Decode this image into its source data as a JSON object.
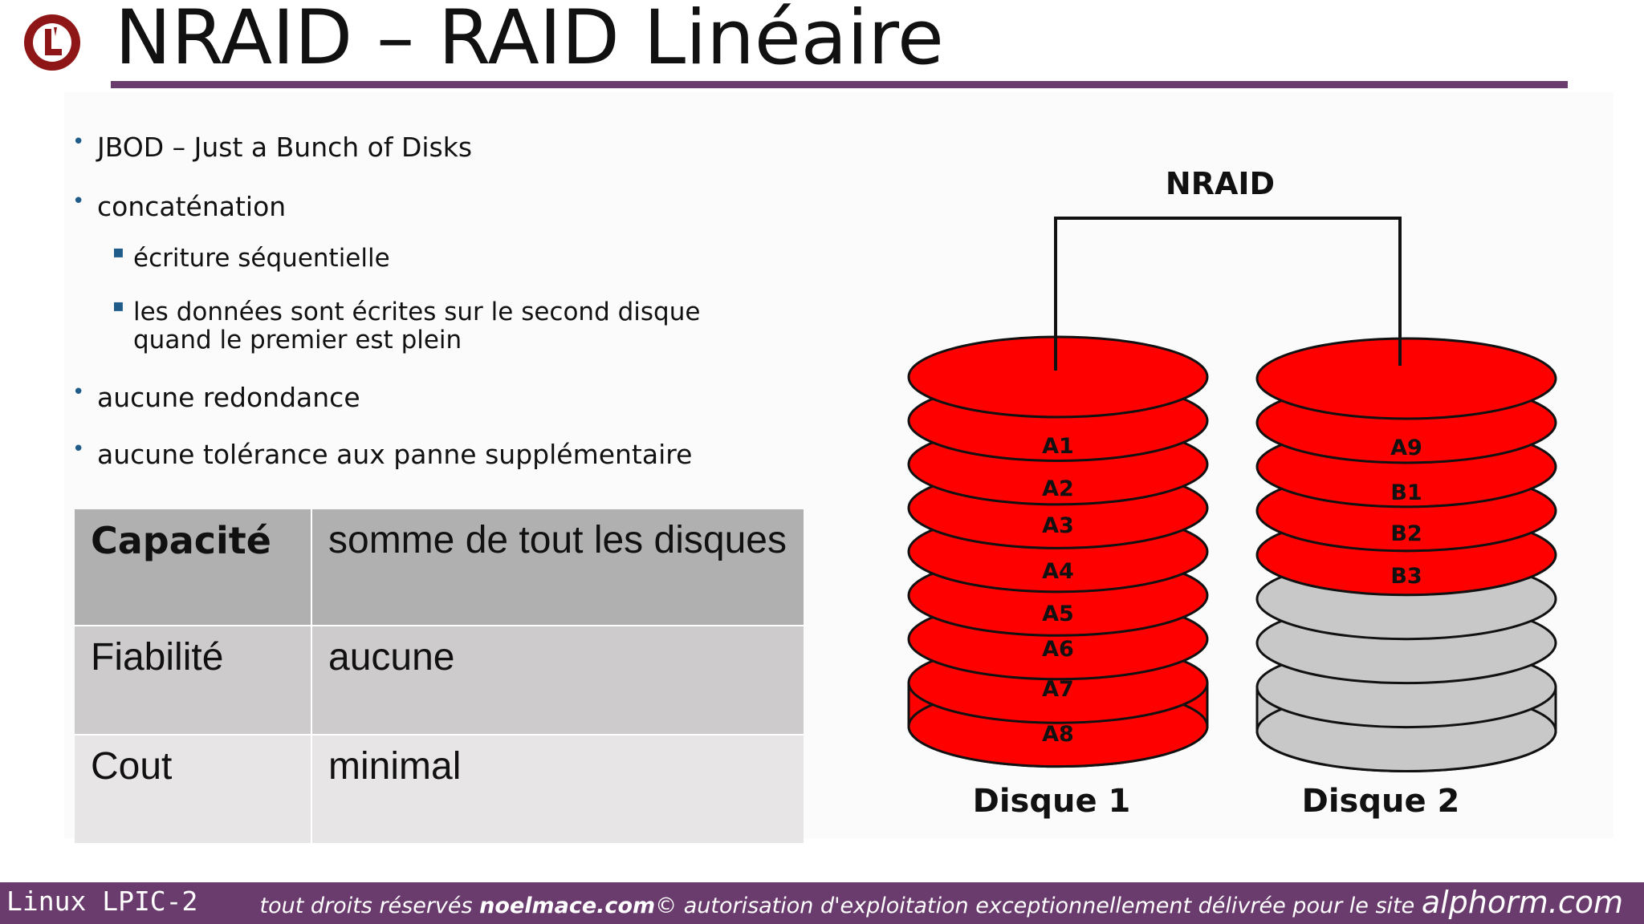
{
  "header": {
    "title": "NRAID – RAID Linéaire"
  },
  "colors": {
    "accent": "#6a3c6e",
    "bullet": "#1f5c89",
    "disk_used": "#ff0000",
    "disk_free": "#c8c8c8",
    "logo": "#8e1616"
  },
  "bullets": [
    {
      "level": 1,
      "text": "JBOD – Just a Bunch of Disks"
    },
    {
      "level": 1,
      "text": "concaténation"
    },
    {
      "level": 2,
      "text": "écriture séquentielle"
    },
    {
      "level": 2,
      "text": "les données sont écrites sur le second disque",
      "text2": "quand le premier est plein"
    },
    {
      "level": 1,
      "text": "aucune redondance"
    },
    {
      "level": 1,
      "text": "aucune tolérance aux panne supplémentaire"
    }
  ],
  "table": {
    "rows": [
      {
        "key": "Capacité",
        "value": "somme de tout les disques"
      },
      {
        "key": "Fiabilité",
        "value": "aucune"
      },
      {
        "key": "Cout",
        "value": "minimal"
      }
    ]
  },
  "diagram": {
    "title": "NRAID",
    "disk1": {
      "label": "Disque 1",
      "blocks": [
        "A1",
        "A2",
        "A3",
        "A4",
        "A5",
        "A6",
        "A7",
        "A8"
      ]
    },
    "disk2": {
      "label": "Disque 2",
      "blocks": [
        "A9",
        "B1",
        "B2",
        "B3"
      ]
    }
  },
  "footer": {
    "left": "Linux LPIC-2",
    "notice_pre": "tout droits réservés ",
    "notice_brand": "noelmace.com",
    "notice_post": "© autorisation d'exploitation exceptionnellement délivrée pour le site ",
    "site": "alphorm.com"
  }
}
